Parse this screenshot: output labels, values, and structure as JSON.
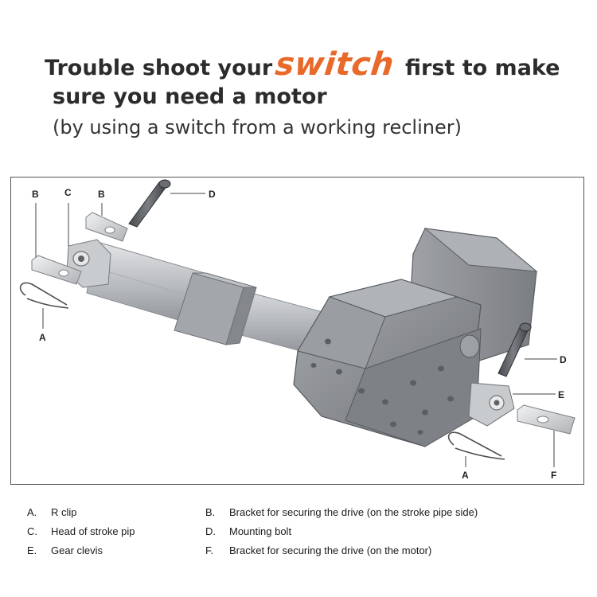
{
  "header": {
    "line1_before": "Trouble shoot your",
    "highlight_word": "switch",
    "line1_after": "first to make",
    "line2": "sure you need a motor",
    "line3": "(by using a switch from a working recliner)"
  },
  "colors": {
    "highlight": "#e8692a",
    "body_metal": "#8a8d92",
    "tube_metal": "#c4c7ca"
  },
  "callouts": {
    "b_left": "B",
    "c": "C",
    "b_top": "B",
    "d_top": "D",
    "a_left": "A",
    "d_right": "D",
    "e": "E",
    "a_bottom": "A",
    "f": "F"
  },
  "legend": [
    [
      {
        "letter": "A.",
        "text": "R clip"
      },
      {
        "letter": "B.",
        "text": "Bracket for securing the drive (on the stroke pipe side)"
      }
    ],
    [
      {
        "letter": "C.",
        "text": "Head of stroke pip"
      },
      {
        "letter": "D.",
        "text": "Mounting bolt"
      }
    ],
    [
      {
        "letter": "E.",
        "text": "Gear clevis"
      },
      {
        "letter": "F.",
        "text": "Bracket for securing the drive (on the motor)"
      }
    ]
  ]
}
